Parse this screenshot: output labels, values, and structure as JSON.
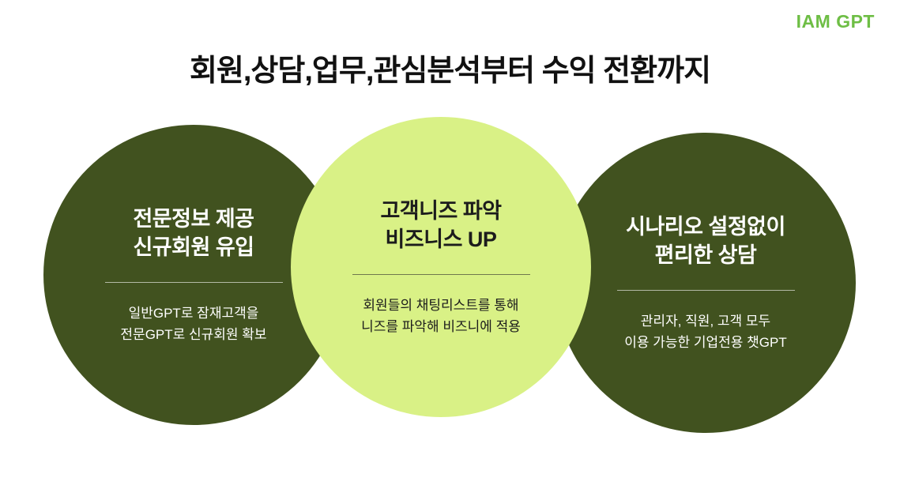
{
  "logo": {
    "text": "IAM GPT",
    "color": "#6ebe45"
  },
  "title": "회원,상담,업무,관심분석부터 수익 전환까지",
  "colors": {
    "dark_green": "#41521f",
    "light_green": "#d9f186",
    "title_text": "#111111",
    "dark_circle_text": "#ffffff",
    "light_circle_text": "#1c1c1c"
  },
  "circles": [
    {
      "id": "new-member-inflow",
      "variant": "dark",
      "title": "전문정보 제공\n신규회원 유입",
      "body": "일반GPT로 잠재고객을\n전문GPT로 신규회원 확보"
    },
    {
      "id": "customer-needs",
      "variant": "light",
      "title": "고객니즈 파악\n비즈니스 UP",
      "body": "회원들의 채팅리스트를 통해\n니즈를 파악해 비즈니에 적용"
    },
    {
      "id": "easy-consulting",
      "variant": "dark",
      "title": "시나리오 설정없이\n편리한 상담",
      "body": "관리자, 직원, 고객 모두\n이용 가능한 기업전용 챗GPT"
    }
  ]
}
